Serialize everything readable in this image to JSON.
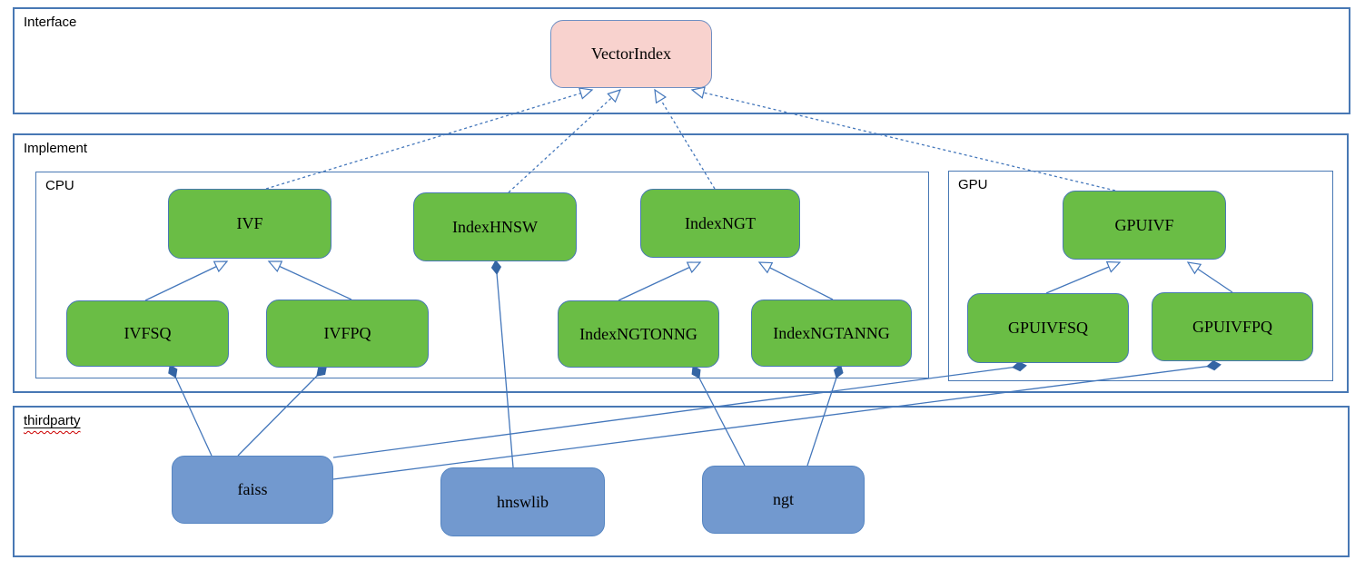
{
  "containers": {
    "interface": {
      "label": "Interface"
    },
    "implement": {
      "label": "Implement"
    },
    "cpu": {
      "label": "CPU"
    },
    "gpu": {
      "label": "GPU"
    },
    "thirdparty": {
      "label": "thirdparty"
    }
  },
  "nodes": {
    "vectorindex": {
      "label": "VectorIndex",
      "kind": "interface",
      "container": "interface"
    },
    "ivf": {
      "label": "IVF",
      "kind": "class",
      "container": "cpu"
    },
    "indexhnsw": {
      "label": "IndexHNSW",
      "kind": "class",
      "container": "cpu"
    },
    "indexngt": {
      "label": "IndexNGT",
      "kind": "class",
      "container": "cpu"
    },
    "ivfsq": {
      "label": "IVFSQ",
      "kind": "class",
      "container": "cpu"
    },
    "ivfpq": {
      "label": "IVFPQ",
      "kind": "class",
      "container": "cpu"
    },
    "indexngtonng": {
      "label": "IndexNGTONNG",
      "kind": "class",
      "container": "cpu"
    },
    "indexngtanng": {
      "label": "IndexNGTANNG",
      "kind": "class",
      "container": "cpu"
    },
    "gpuivf": {
      "label": "GPUIVF",
      "kind": "class",
      "container": "gpu"
    },
    "gpuivfsq": {
      "label": "GPUIVFSQ",
      "kind": "class",
      "container": "gpu"
    },
    "gpuivfpq": {
      "label": "GPUIVFPQ",
      "kind": "class",
      "container": "gpu"
    },
    "faiss": {
      "label": "faiss",
      "kind": "library",
      "container": "thirdparty"
    },
    "hnswlib": {
      "label": "hnswlib",
      "kind": "library",
      "container": "thirdparty"
    },
    "ngt": {
      "label": "ngt",
      "kind": "library",
      "container": "thirdparty"
    }
  },
  "edges": [
    {
      "from": "IVF",
      "to": "VectorIndex",
      "type": "inheritance-dashed"
    },
    {
      "from": "IndexHNSW",
      "to": "VectorIndex",
      "type": "inheritance-dashed"
    },
    {
      "from": "IndexNGT",
      "to": "VectorIndex",
      "type": "inheritance-dashed"
    },
    {
      "from": "GPUIVF",
      "to": "VectorIndex",
      "type": "inheritance-dashed"
    },
    {
      "from": "IVFSQ",
      "to": "IVF",
      "type": "inheritance"
    },
    {
      "from": "IVFPQ",
      "to": "IVF",
      "type": "inheritance"
    },
    {
      "from": "IndexNGTONNG",
      "to": "IndexNGT",
      "type": "inheritance"
    },
    {
      "from": "IndexNGTANNG",
      "to": "IndexNGT",
      "type": "inheritance"
    },
    {
      "from": "GPUIVFSQ",
      "to": "GPUIVF",
      "type": "inheritance"
    },
    {
      "from": "GPUIVFPQ",
      "to": "GPUIVF",
      "type": "inheritance"
    },
    {
      "from": "IVFSQ",
      "to": "faiss",
      "type": "composition"
    },
    {
      "from": "IVFPQ",
      "to": "faiss",
      "type": "composition"
    },
    {
      "from": "GPUIVFSQ",
      "to": "faiss",
      "type": "composition"
    },
    {
      "from": "GPUIVFPQ",
      "to": "faiss",
      "type": "composition"
    },
    {
      "from": "IndexHNSW",
      "to": "hnswlib",
      "type": "composition"
    },
    {
      "from": "IndexNGTONNG",
      "to": "ngt",
      "type": "composition"
    },
    {
      "from": "IndexNGTANNG",
      "to": "ngt",
      "type": "composition"
    }
  ],
  "colors": {
    "container_border": "#4878b4",
    "class_fill": "#6abd45",
    "class_border": "#4878b4",
    "interface_fill": "#f8d2ce",
    "library_fill": "#7299cf",
    "connector": "#4477bb",
    "diamond_fill": "#3465a4",
    "spellcheck_squiggle": "#cc0000"
  }
}
